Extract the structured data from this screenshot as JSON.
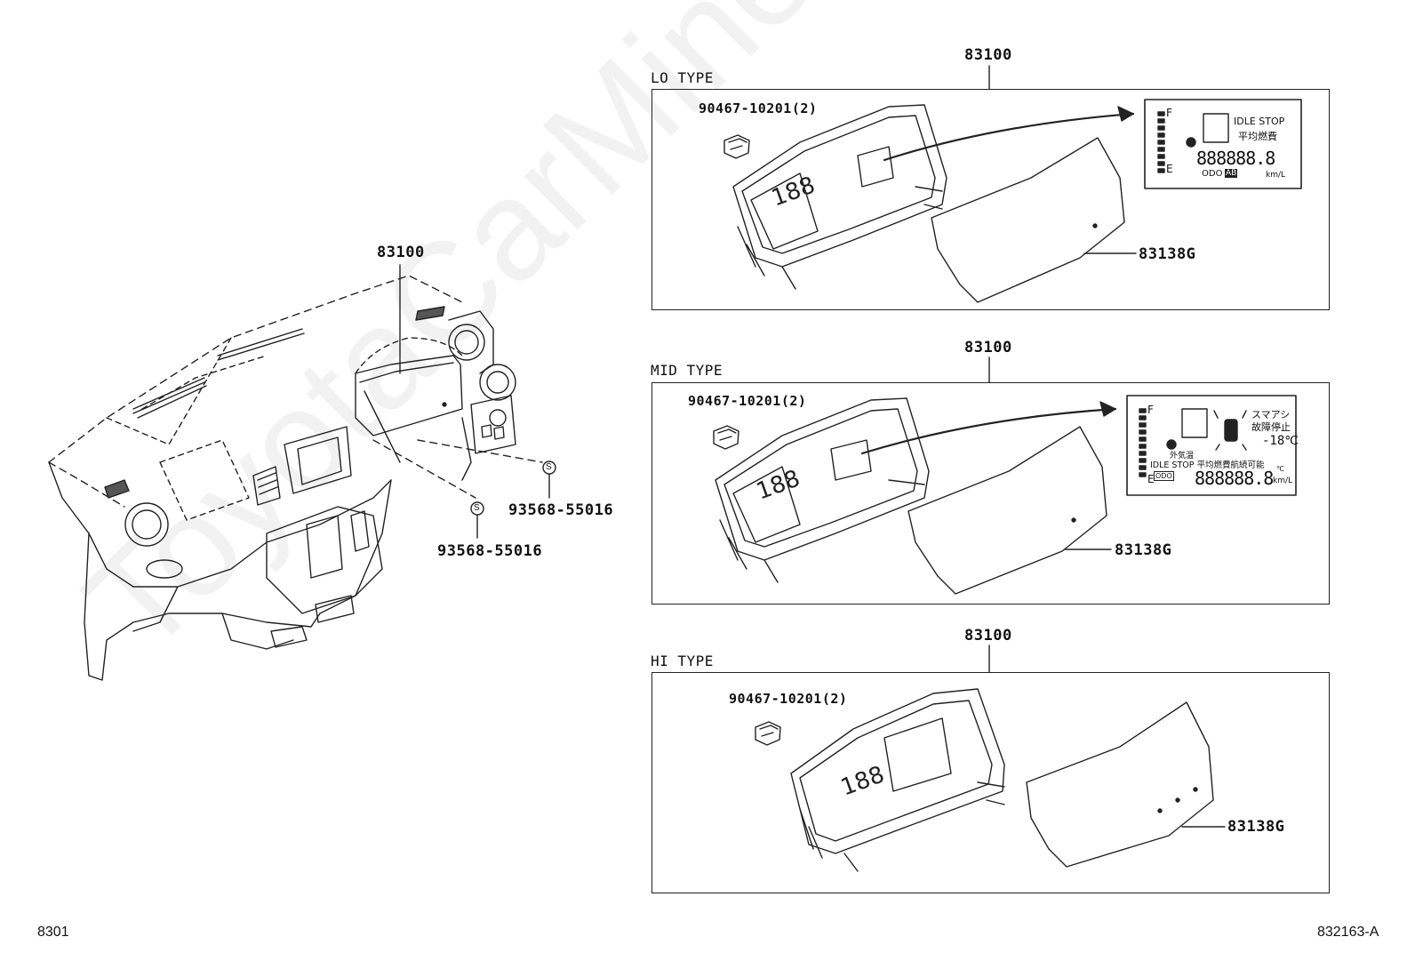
{
  "watermark": "ToyotaCarMine.r",
  "overview": {
    "part_meter": "83100",
    "screw_left": "93568-55016",
    "screw_right": "93568-55016",
    "screw_symbol": "S"
  },
  "panels": [
    {
      "type_label": "LO TYPE",
      "part_meter": "83100",
      "part_clip": "90467-10201(2)",
      "part_glass": "83138G",
      "lcd": {
        "f": "F",
        "e": "E",
        "line1": "IDLE STOP",
        "line2": "平均燃費",
        "digits": "888888.8",
        "odo": "ODO",
        "ab": "AB",
        "unit": "km/L"
      }
    },
    {
      "type_label": "MID TYPE",
      "part_meter": "83100",
      "part_clip": "90467-10201(2)",
      "part_glass": "83138G",
      "lcd": {
        "f": "F",
        "e": "E",
        "line1": "スマアシ",
        "line2": "故障停止",
        "temp_label": "外気温",
        "temp_value": "-18℃",
        "line3": "IDLE STOP 平均燃費航続可能",
        "digits": "888888.8",
        "odo": "ODO",
        "unit": "km/L",
        "unit2": "℃"
      }
    },
    {
      "type_label": "HI TYPE",
      "part_meter": "83100",
      "part_clip": "90467-10201(2)",
      "part_glass": "83138G"
    }
  ],
  "footer": {
    "left": "8301",
    "right": "832163-A"
  }
}
